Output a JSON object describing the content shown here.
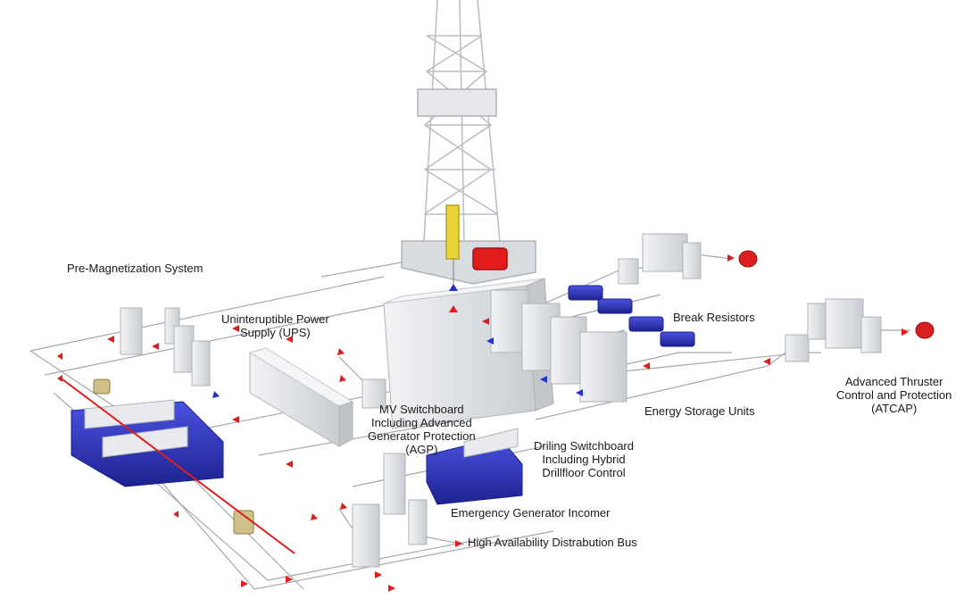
{
  "diagram": {
    "labels": {
      "pre_magnetization": [
        "Pre-Magnetization System"
      ],
      "ups": [
        "Uninteruptible Power",
        "Supply (UPS)"
      ],
      "break_resistors": [
        "Break Resistors"
      ],
      "atcap": [
        "Advanced Thruster",
        "Control and Protection",
        "(ATCAP)"
      ],
      "energy_storage": [
        "Energy Storage Units"
      ],
      "mv_switchboard": [
        "MV Switchboard",
        "Including Advanced",
        "Generator Protection",
        "(AGP)"
      ],
      "drilling_switchboard": [
        "Driling Switchboard",
        "Including Hybrid",
        "Drillfloor Control"
      ],
      "emergency_generator": [
        "Emergency Generator Incomer"
      ],
      "high_availability_bus": [
        "High Availability Distrabution Bus"
      ]
    },
    "colors": {
      "cabinet": "#e3e5e8",
      "cabinet_dark": "#b9bec4",
      "machine_blue": "#2b33c9",
      "machine_blue_dark": "#1b1f8a",
      "arrow_red": "#e21b1b",
      "arrow_blue": "#2233cc",
      "line_gray": "#9aa0a6",
      "derrick": "#cfd3d8"
    }
  }
}
